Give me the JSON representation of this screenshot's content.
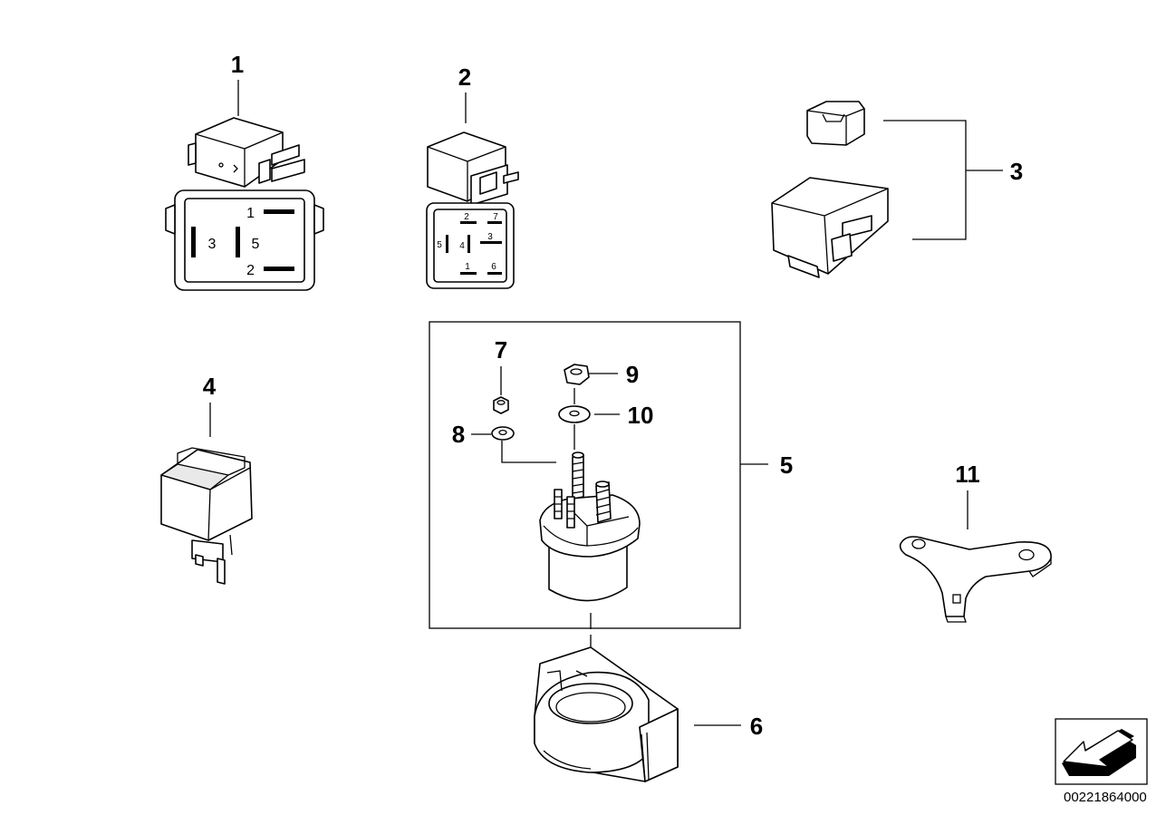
{
  "callouts": {
    "c1": "1",
    "c2": "2",
    "c3": "3",
    "c4": "4",
    "c5": "5",
    "c6": "6",
    "c7": "7",
    "c8": "8",
    "c9": "9",
    "c10": "10",
    "c11": "11"
  },
  "pinout_1": {
    "p1": "1",
    "p2": "2",
    "p3": "3",
    "p5": "5"
  },
  "pinout_2": {
    "p1": "1",
    "p2": "2",
    "p3": "3",
    "p4": "4",
    "p5": "5",
    "p6": "6",
    "p7": "7"
  },
  "document_id": "00221864000",
  "icons": [
    "relay-icon",
    "flasher-relay-icon",
    "starter-relay-icon",
    "bracket-icon",
    "orientation-arrow-icon"
  ]
}
